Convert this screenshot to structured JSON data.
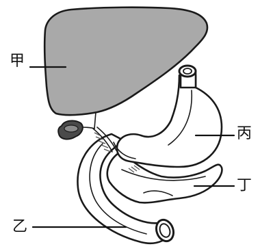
{
  "labels": {
    "liver": "甲",
    "duodenum": "乙",
    "stomach": "丙",
    "pancreas": "丁"
  },
  "colors": {
    "liver_fill": "#a9a9a9",
    "gallbladder_fill": "#4a4a4a",
    "outline": "#1a1a1a",
    "background": "#ffffff"
  }
}
